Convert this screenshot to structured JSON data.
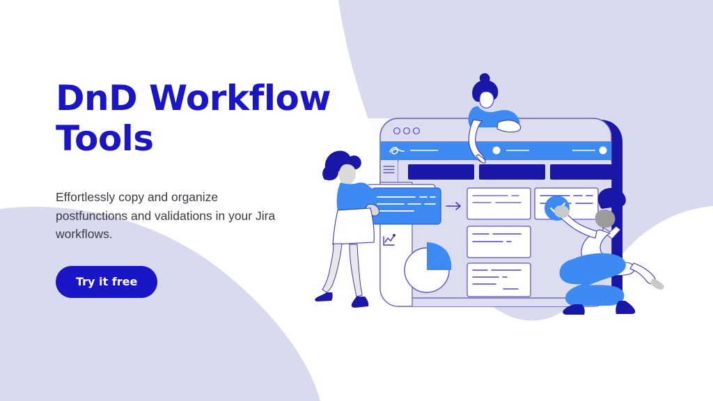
{
  "page": {
    "title": "DnD Workflow Tools",
    "background_color": "#ffffff"
  },
  "colors": {
    "deep_blue": "#1a16c8",
    "bright_blue": "#3d8bf2",
    "navy": "#1a16a8",
    "lavender": "#d8daee",
    "lavender_light": "#e2e4f2",
    "body_text": "#3a3a42",
    "white": "#ffffff",
    "grey": "#d9d9d9",
    "outline": "#5b55c9"
  },
  "hero": {
    "headline": "DnD Workflow\nTools",
    "subcopy": "Effortlessly copy and organize postfunctions and validations in your Jira workflows.",
    "cta_label": "Try it free"
  },
  "illustration": {
    "name": "workflow-drag-and-drop-illustration",
    "window": {
      "dots_count": 3,
      "toolbar": {
        "logo": "squiggle-logo-icon",
        "items": [
          "toolbar-line",
          "toolbar-dot",
          "toolbar-line",
          "toolbar-line",
          "toolbar-dot"
        ]
      },
      "sidebar": {
        "menu_icon": "hamburger-icon",
        "chart_icon": "line-chart-icon"
      },
      "column_headers": 3,
      "pie_chart": {
        "wedge_percent": 25
      },
      "dragged_card": {
        "label": "dragged-postfunction-card",
        "lines": 3
      },
      "drop_arrow": "arrow-right-icon",
      "cards": [
        {
          "id": "card-1",
          "lines": 2
        },
        {
          "id": "card-2",
          "lines": 2
        },
        {
          "id": "card-3",
          "lines": 3
        },
        {
          "id": "card-4",
          "lines": 2,
          "badge": "check-badge-icon"
        }
      ]
    },
    "characters": [
      {
        "id": "character-top",
        "description": "person leaning over window top"
      },
      {
        "id": "character-left",
        "description": "person standing at left of window"
      },
      {
        "id": "character-right",
        "description": "person kneeling at right of window"
      }
    ]
  }
}
